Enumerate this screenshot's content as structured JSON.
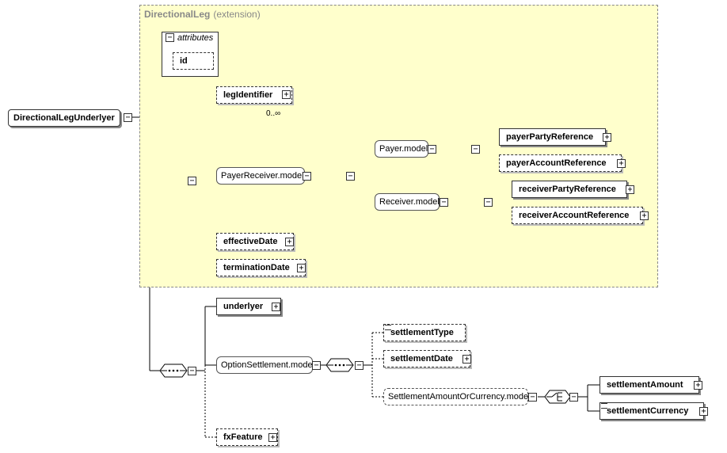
{
  "extension": {
    "title": "DirectionalLeg",
    "subtitle": "(extension)"
  },
  "attributes": {
    "label": "attributes",
    "items": [
      "id"
    ]
  },
  "root": {
    "label": "DirectionalLegUnderlyer"
  },
  "nodes": {
    "legIdentifier": "legIdentifier",
    "legIdentifier_card": "0..∞",
    "payerReceiverModel": "PayerReceiver.model",
    "payerModel": "Payer.model",
    "receiverModel": "Receiver.model",
    "payerPartyReference": "payerPartyReference",
    "payerAccountReference": "payerAccountReference",
    "receiverPartyReference": "receiverPartyReference",
    "receiverAccountReference": "receiverAccountReference",
    "effectiveDate": "effectiveDate",
    "terminationDate": "terminationDate",
    "underlyer": "underlyer",
    "optionSettlementModel": "OptionSettlement.model",
    "settlementType": "settlementType",
    "settlementDate": "settlementDate",
    "settlementAmountOrCurrencyModel": "SettlementAmountOrCurrency.model",
    "settlementAmount": "settlementAmount",
    "settlementCurrency": "settlementCurrency",
    "fxFeature": "fxFeature"
  },
  "symbols": {
    "collapse": "−",
    "expand": "+"
  }
}
